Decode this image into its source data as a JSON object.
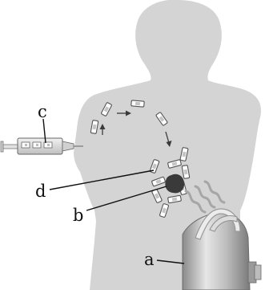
{
  "labels": {
    "a": "a",
    "b": "b",
    "c": "c",
    "d": "d"
  },
  "colors": {
    "silhouette": "#d4d4d4",
    "device": "#b0b0b0",
    "tumor": "#3a3a3a",
    "ink": "#111111"
  }
}
